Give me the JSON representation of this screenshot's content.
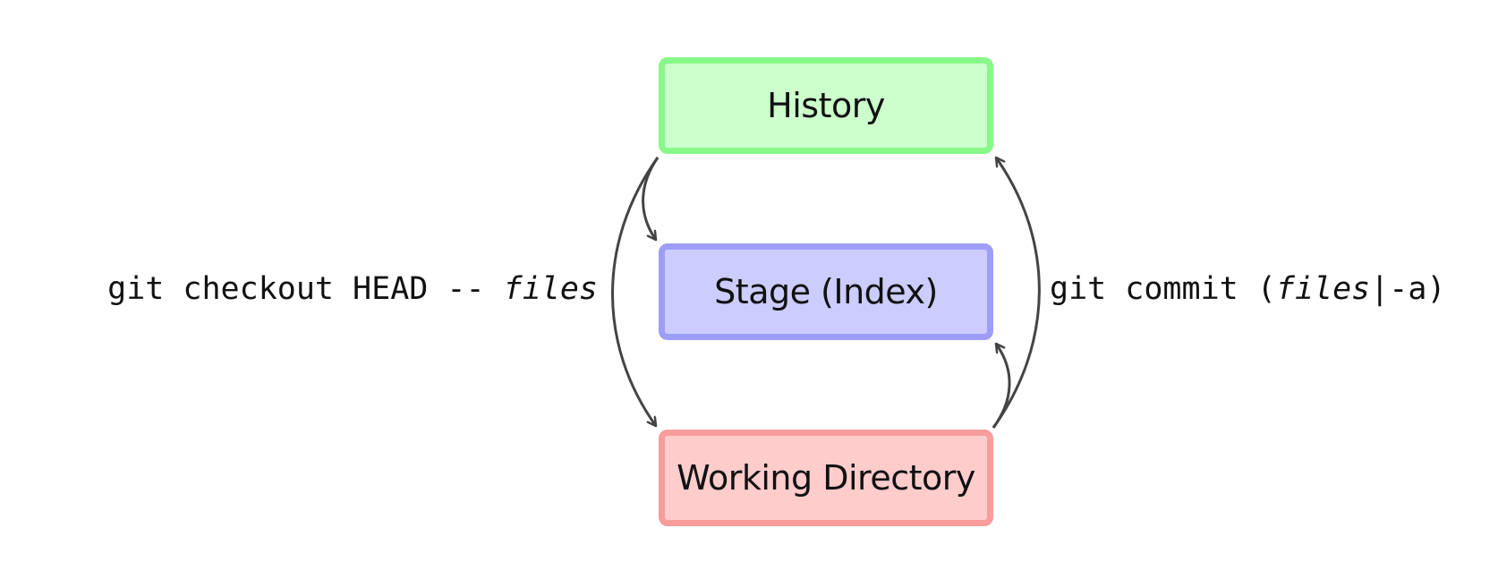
{
  "boxes": {
    "history": "History",
    "stage": "Stage (Index)",
    "working": "Working Directory"
  },
  "commands": {
    "checkout": {
      "prefix": "git checkout HEAD -- ",
      "arg": "files"
    },
    "commit": {
      "prefix": "git commit (",
      "arg": "files",
      "suffix": "|-a)"
    }
  },
  "colors": {
    "history_fill": "#ccffcc",
    "history_border": "#88f888",
    "stage_fill": "#ccccff",
    "stage_border": "#9e9ef8",
    "working_fill": "#ffcccc",
    "working_border": "#f89c9c",
    "arrow": "#444444"
  }
}
